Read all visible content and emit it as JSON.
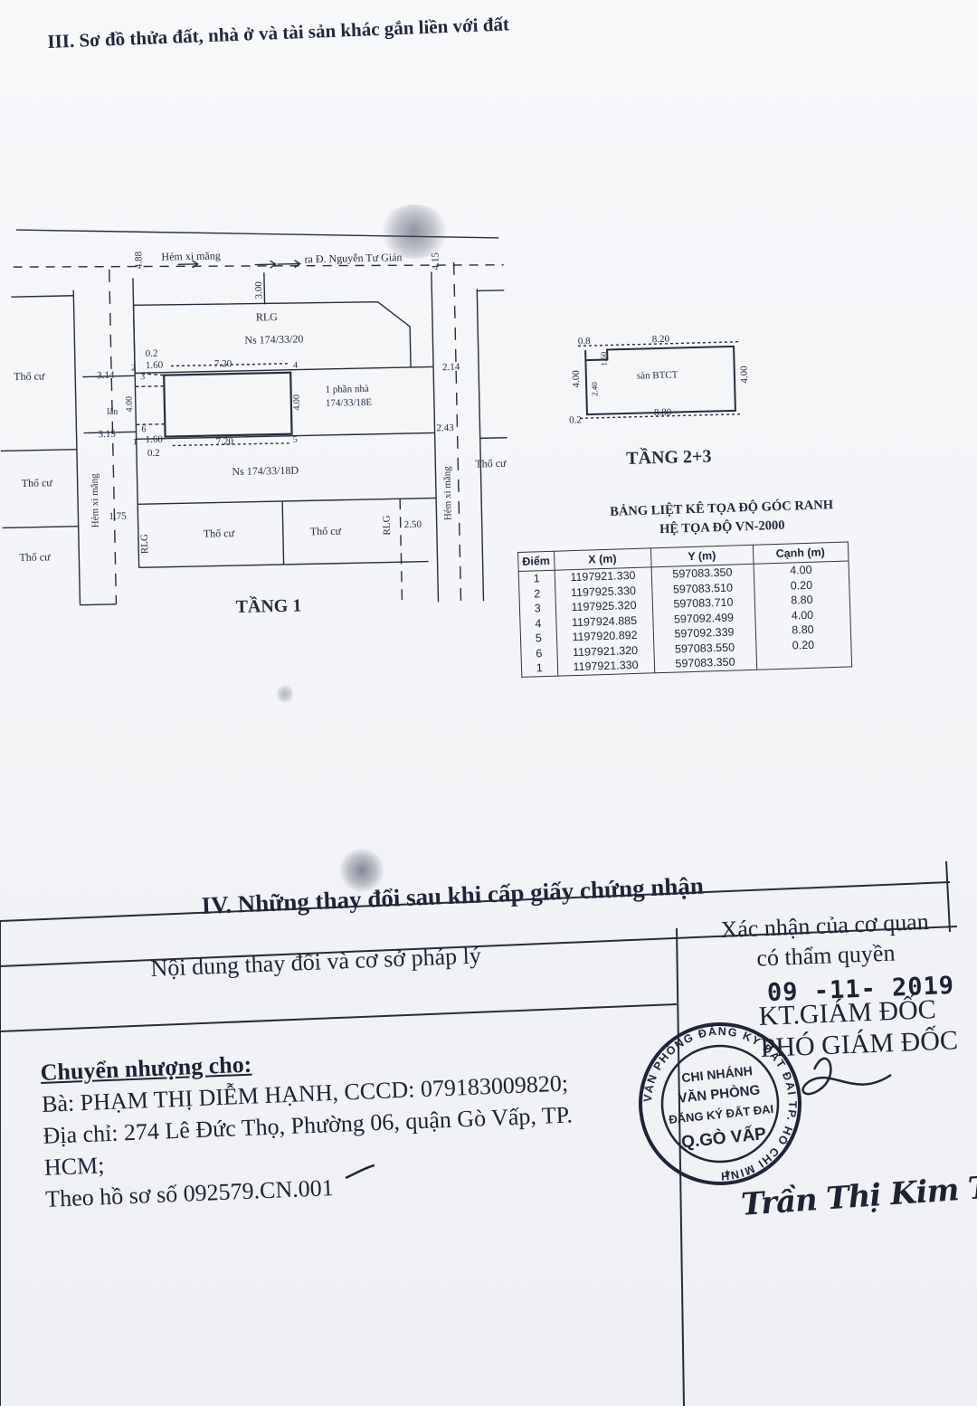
{
  "section3": {
    "title": "III. Sơ đồ thửa đất, nhà ở và tài sản khác gắn liền với đất"
  },
  "floor1": {
    "label": "TẦNG 1",
    "alley_top": "Hẻm xi măng",
    "to_street": "ra Đ. Nguyễn Tư Giản",
    "alley_side": "Hẻm xi măng",
    "alley_right": "Hẻm xi măng",
    "rlg": "RLG",
    "neighbor_top": "Ns 174/33/20",
    "neighbor_bottom": "Ns 174/33/18D",
    "part_house": "1 phần nhà",
    "part_house_no": "174/33/18E",
    "tho_cu": "Thổ cư",
    "lan": "lấn",
    "dims": {
      "d488": "4.88",
      "d300": "3.00",
      "d415": "4.15",
      "d314": "3.14",
      "d315": "3.15",
      "d214": "2.14",
      "d243": "2.43",
      "d02a": "0.2",
      "d02b": "0.2",
      "d160a": "1.60",
      "d160b": "1.60",
      "d720a": "7.20",
      "d720b": "7.20",
      "d400a": "4.00",
      "d400b": "4.00",
      "d175": "1.75",
      "d250": "2.50"
    },
    "points": {
      "p1": "1",
      "p2": "2",
      "p3": "3",
      "p4": "4",
      "p5": "5",
      "p6": "6"
    }
  },
  "floor23": {
    "label": "TẦNG 2+3",
    "slab": "sàn BTCT",
    "dims": {
      "d08": "0.8",
      "d820": "8.20",
      "d880": "8.80",
      "d02": "0.2",
      "d400a": "4.00",
      "d400b": "4.00",
      "d240": "2.40",
      "d160": "1.60"
    }
  },
  "coord_table": {
    "title1": "BẢNG LIỆT KÊ TỌA ĐỘ GÓC RANH",
    "title2": "HỆ TỌA ĐỘ VN-2000",
    "headers": {
      "point": "Điểm",
      "x": "X (m)",
      "y": "Y (m)",
      "edge": "Cạnh (m)"
    },
    "rows": [
      {
        "point": "1",
        "x": "1197921.330",
        "y": "597083.350",
        "edge": "4.00"
      },
      {
        "point": "2",
        "x": "1197925.330",
        "y": "597083.510",
        "edge": "0.20"
      },
      {
        "point": "3",
        "x": "1197925.320",
        "y": "597083.710",
        "edge": "8.80"
      },
      {
        "point": "4",
        "x": "1197924.885",
        "y": "597092.499",
        "edge": "4.00"
      },
      {
        "point": "5",
        "x": "1197920.892",
        "y": "597092.339",
        "edge": "8.80"
      },
      {
        "point": "6",
        "x": "1197921.320",
        "y": "597083.550",
        "edge": "0.20"
      },
      {
        "point": "1",
        "x": "1197921.330",
        "y": "597083.350",
        "edge": ""
      }
    ]
  },
  "section4": {
    "title": "IV. Những thay đổi sau khi cấp giấy chứng nhận",
    "col1": "Nội dung thay đổi và cơ sở pháp lý",
    "col2_line1": "Xác nhận của cơ quan",
    "col2_line2": "có thẩm quyền",
    "content": {
      "heading": "Chuyển nhượng cho:",
      "line1": "Bà: PHẠM THỊ DIỄM HẠNH, CCCD: 079183009820;",
      "line2": "Địa chỉ: 274 Lê Đức Thọ, Phường 06, quận Gò Vấp, TP.",
      "line3": "HCM;",
      "line4": "Theo hồ sơ số 092579.CN.001"
    },
    "date": "09 -11- 2019",
    "kt": "KT.GIÁM ĐỐC",
    "deputy": "PHÓ GIÁM ĐỐC",
    "signer": "Trần Thị Kim Trinh",
    "stamp": {
      "ring_top": "VĂN PHÒNG ĐĂNG KÝ ĐẤT ĐAI TP. HỒ CHÍ MINH",
      "line1": "CHI NHÁNH",
      "line2": "VĂN PHÒNG",
      "line3": "ĐĂNG KÝ ĐẤT ĐAI",
      "line4": "Q.GÒ VẤP"
    }
  },
  "colors": {
    "ink": "#1c2333",
    "paper": "#f4f6f9"
  }
}
